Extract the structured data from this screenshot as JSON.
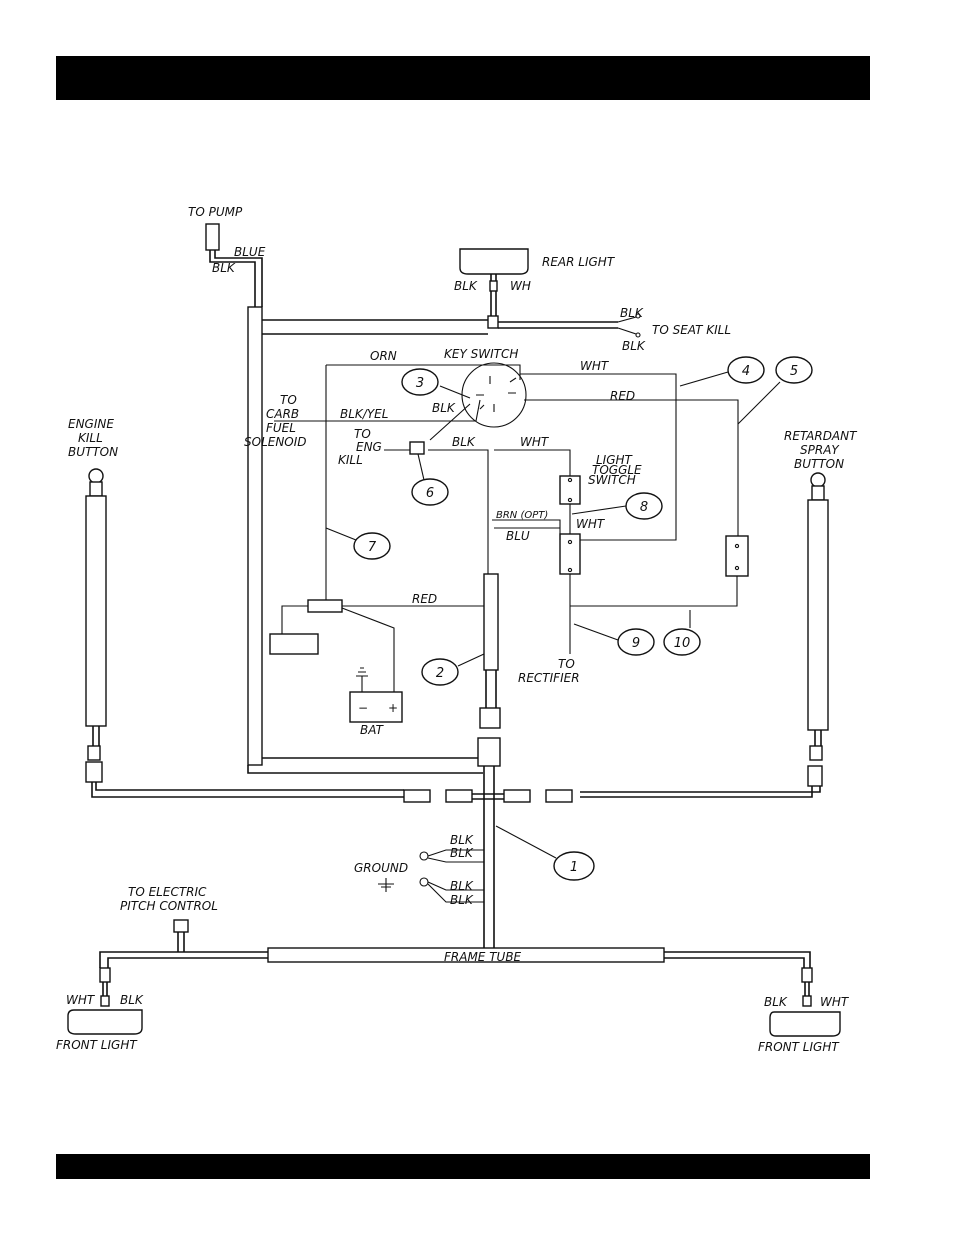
{
  "labels": {
    "to_pump": "TO PUMP",
    "blue": "BLUE",
    "blk_pump": "BLK",
    "rear_light": "REAR LIGHT",
    "rear_blk": "BLK",
    "rear_wh": "WH",
    "blk_seat_1": "BLK",
    "to_seat_kill": "TO SEAT KILL",
    "blk_seat_2": "BLK",
    "orn": "ORN",
    "key_switch": "KEY SWITCH",
    "wht_key": "WHT",
    "red_key": "RED",
    "to": "TO",
    "carb": "CARB",
    "blk_yel": "BLK/YEL",
    "blk_key": "BLK",
    "fuel": "FUEL",
    "solenoid": "SOLENOID",
    "to_eng_1": "TO",
    "to_eng_2": "ENG",
    "to_eng_3": "KILL",
    "blk_eng": "BLK",
    "wht_toggle": "WHT",
    "light_1": "LIGHT",
    "light_2": "TOGGLE",
    "light_3": "SWITCH",
    "brn_opt": "BRN (OPT)",
    "wht_brn": "WHT",
    "blu": "BLU",
    "engine_1": "ENGINE",
    "engine_2": "KILL",
    "engine_3": "BUTTON",
    "ret_1": "RETARDANT",
    "ret_2": "SPRAY",
    "ret_3": "BUTTON",
    "red_main": "RED",
    "bat": "BAT",
    "bat_minus": "−",
    "bat_plus": "+",
    "to_rect_1": "TO",
    "to_rect_2": "RECTIFIER",
    "ground": "GROUND",
    "g_blk_1": "BLK",
    "g_blk_2": "BLK",
    "g_blk_3": "BLK",
    "g_blk_4": "BLK",
    "to_elec_1": "TO ELECTRIC",
    "to_elec_2": "PITCH CONTROL",
    "frame_tube": "FRAME TUBE",
    "fl_left_wht": "WHT",
    "fl_left_blk": "BLK",
    "front_light_left": "FRONT LIGHT",
    "fl_right_blk": "BLK",
    "fl_right_wht": "WHT",
    "front_light_right": "FRONT LIGHT"
  },
  "callouts": [
    "1",
    "2",
    "3",
    "4",
    "5",
    "6",
    "7",
    "8",
    "9",
    "10"
  ]
}
